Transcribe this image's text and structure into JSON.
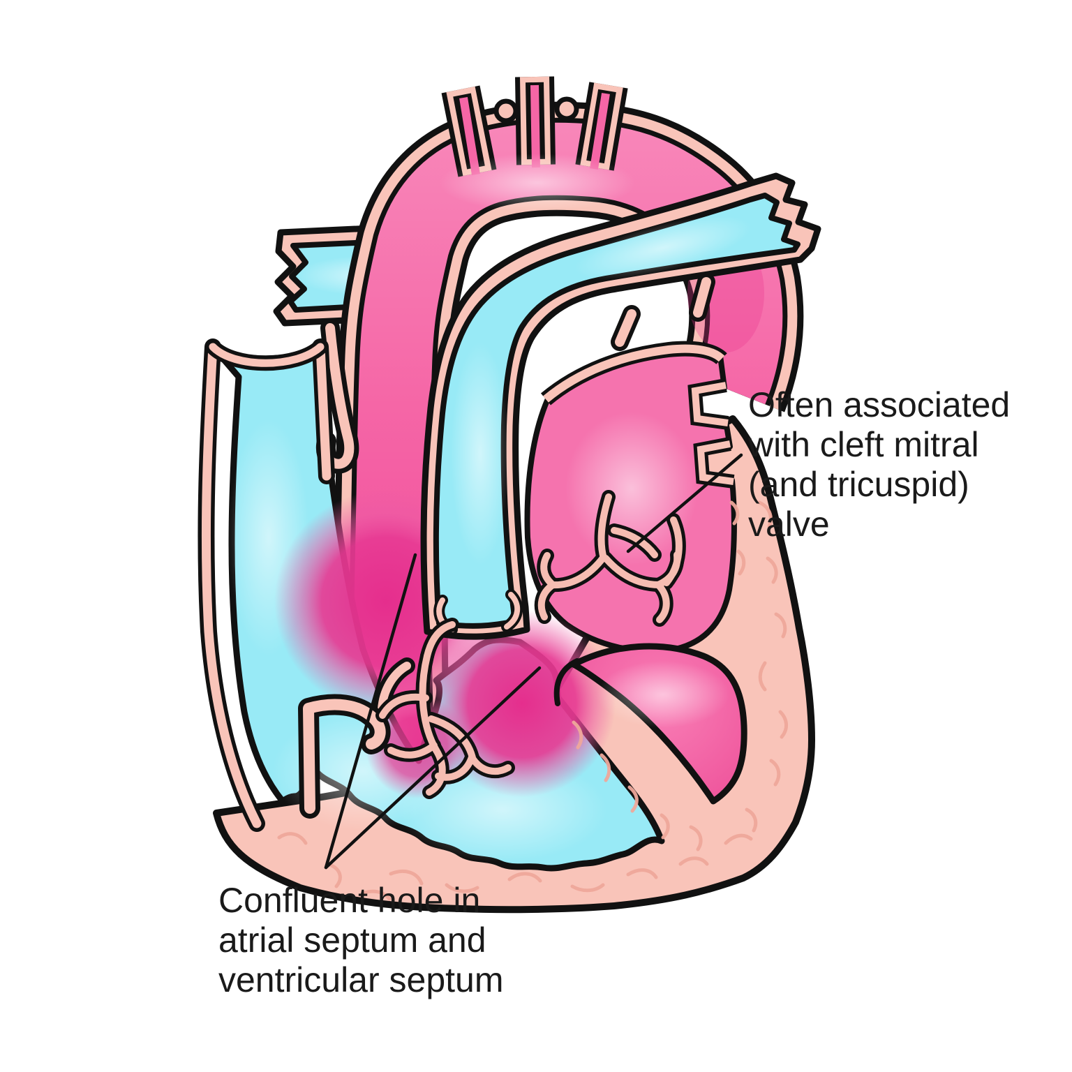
{
  "figure": {
    "type": "anatomical-illustration",
    "subject": "Heart cross-section with atrioventricular septal defect"
  },
  "annotations": {
    "valve_note": {
      "text": "Often associated\nwith cleft mitral\n(and tricuspid)\nvalve"
    },
    "septal_note": {
      "text": "Confluent hole in\natrial septum and\nventricular septum"
    }
  },
  "colors": {
    "oxygenated_blood_pink": "#F566A6",
    "deoxygenated_blood_cyan": "#98EAF6",
    "vessel_wall_peach": "#F9C4B9",
    "shunt_magenta": "#E6308D",
    "outline_black": "#111111",
    "myocardium_texture": "#EFA89B",
    "background": "#FFFFFF",
    "label_text": "#1A1A1A"
  }
}
